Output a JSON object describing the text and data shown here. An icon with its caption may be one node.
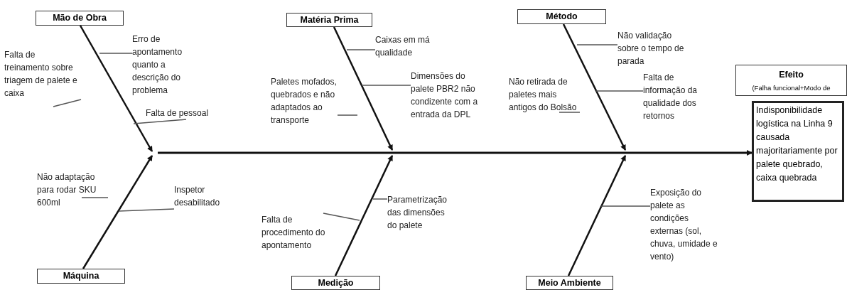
{
  "diagram": {
    "nodes": [
      {
        "text": [
          "Mão de Obra"
        ]
      },
      {
        "text": [
          "Matéria Prima"
        ]
      },
      {
        "text": [
          "Método"
        ]
      },
      {
        "text": [
          "Efeito",
          "(Falha funcional+Modo de"
        ]
      },
      {
        "text": [
          "Erro de apontamento quanto a descrição do problema"
        ]
      },
      {
        "text": [
          "Falta de treinamento sobre triagem de palete e caixa"
        ]
      },
      {
        "text": [
          "Falta de pessoal"
        ]
      },
      {
        "text": [
          "Caixas em má qualidade"
        ]
      },
      {
        "text": [
          "Paletes mofados, quebrados e não adaptados ao transporte"
        ]
      },
      {
        "text": [
          "Dimensões do palete PBR2 não condizente com a entrada da DPL"
        ]
      },
      {
        "text": [
          "Não validação sobre o tempo de parada"
        ]
      },
      {
        "text": [
          "Não retirada de paletes mais antigos do Bolsão"
        ]
      },
      {
        "text": [
          "Falta de informação da qualidade dos retornos"
        ]
      },
      {
        "text": [
          "Indisponibilidade logística na Linha 9 causada majoritariamente por palete quebrado, caixa quebrada"
        ]
      },
      {
        "text": [
          "Não adaptação para rodar SKU 600ml"
        ]
      },
      {
        "text": [
          "Inspetor desabilitado"
        ]
      },
      {
        "text": [
          "Parametrização das dimensões do palete"
        ]
      },
      {
        "text": [
          "Falta de procedimento do apontamento"
        ]
      },
      {
        "text": [
          "Exposição do palete as condições externas (sol, chuva, umidade e vento)"
        ]
      },
      {
        "text": [
          "Máquina"
        ]
      },
      {
        "text": [
          "Medição"
        ]
      },
      {
        "text": [
          "Meio Ambiente"
        ]
      }
    ],
    "edges": [
      {
        "from": 0,
        "to": null,
        "arrow": "to"
      },
      {
        "from": 1,
        "to": null,
        "arrow": "to"
      },
      {
        "from": 2,
        "to": null,
        "arrow": "to"
      },
      {
        "from": 19,
        "to": null,
        "arrow": "to"
      },
      {
        "from": 20,
        "to": null,
        "arrow": "to"
      },
      {
        "from": 21,
        "to": null,
        "arrow": "to"
      },
      {
        "from": null,
        "to": 13,
        "arrow": "to"
      },
      {
        "from": 4,
        "to": null,
        "arrow": "none"
      },
      {
        "from": 5,
        "to": null,
        "arrow": "none"
      },
      {
        "from": 6,
        "to": null,
        "arrow": "none"
      },
      {
        "from": 14,
        "to": null,
        "arrow": "none"
      },
      {
        "from": 15,
        "to": null,
        "arrow": "none"
      },
      {
        "from": 7,
        "to": null,
        "arrow": "none"
      },
      {
        "from": 8,
        "to": null,
        "arrow": "none"
      },
      {
        "from": 9,
        "to": null,
        "arrow": "none"
      },
      {
        "from": 16,
        "to": null,
        "arrow": "none"
      },
      {
        "from": 17,
        "to": null,
        "arrow": "none"
      },
      {
        "from": 10,
        "to": null,
        "arrow": "none"
      },
      {
        "from": 11,
        "to": null,
        "arrow": "none"
      },
      {
        "from": 12,
        "to": null,
        "arrow": "none"
      },
      {
        "from": 18,
        "to": null,
        "arrow": "none"
      }
    ]
  }
}
